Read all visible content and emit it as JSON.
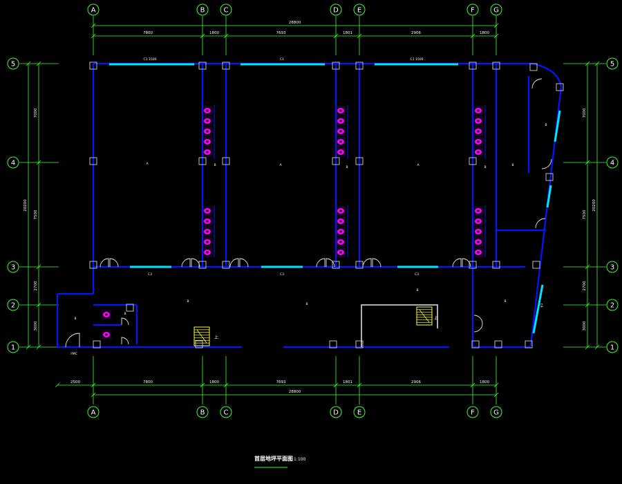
{
  "grid_columns": [
    "A",
    "B",
    "C",
    "D",
    "E",
    "F",
    "G"
  ],
  "grid_rows": [
    "1",
    "2",
    "3",
    "4",
    "5"
  ],
  "dims_top": {
    "total": "28800",
    "segments": [
      "7800",
      "1800",
      "7693",
      "1801",
      "2906",
      "1800"
    ]
  },
  "dims_bottom": {
    "total": "28800",
    "segments": [
      "2500",
      "7800",
      "1800",
      "7693",
      "1801",
      "2906",
      "1800"
    ]
  },
  "dims_left": {
    "total": "20200",
    "segments": [
      "3000",
      "2700",
      "7500",
      "7000"
    ]
  },
  "dims_right": {
    "total": "20200",
    "segments": [
      "3000",
      "2700",
      "7500",
      "7000"
    ]
  },
  "window_tags_top": [
    "C1 1500",
    "C1",
    "C1 1500"
  ],
  "window_tags_mid": [
    "C3",
    "C3",
    "C3"
  ],
  "room_marks": [
    "A",
    "B",
    "A",
    "B",
    "A",
    "B",
    "B",
    "B",
    "B",
    "B",
    "B",
    "B",
    "B",
    "B"
  ],
  "side_window_tags": [
    "C4"
  ],
  "door_tag": "FMC",
  "stair_up": "上",
  "title": "首层地坪平面图",
  "scale": "1:100",
  "colors": {
    "wall": "#0018ff",
    "window": "#00e5ff",
    "grid": "#3dff2e",
    "toilet": "#ff00ff",
    "door": "#e8e8e8",
    "stair": "#ffff3c",
    "text": "#ffffff"
  }
}
